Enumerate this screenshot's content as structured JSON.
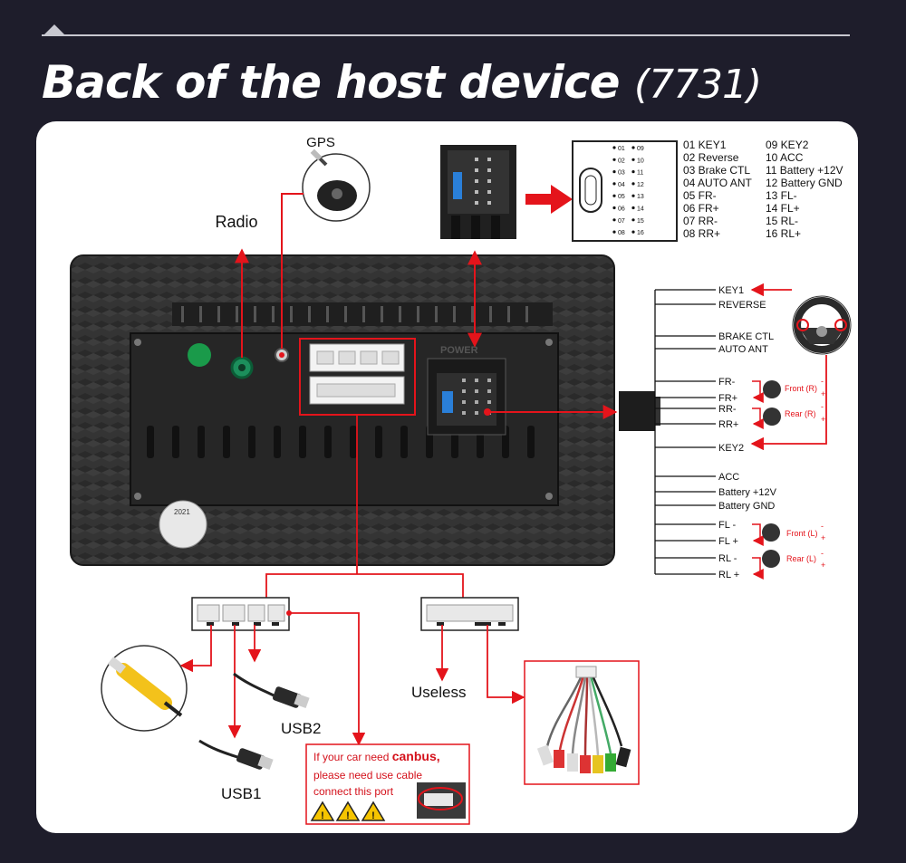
{
  "page": {
    "title_main": "Back of the host device",
    "title_model": "(7731)"
  },
  "labels": {
    "gps": "GPS",
    "radio": "Radio",
    "useless": "Useless",
    "usb1": "USB1",
    "usb2": "USB2",
    "power_label": "POWER"
  },
  "pin_table": {
    "left": [
      "01 KEY1",
      "02 Reverse",
      "03 Brake CTL",
      "04 AUTO ANT",
      "05 FR-",
      "06 FR+",
      "07 RR-",
      "08 RR+"
    ],
    "right": [
      "09 KEY2",
      "10 ACC",
      "11 Battery +12V",
      "12 Battery GND",
      "13 FL-",
      "14 FL+",
      "15 RL-",
      "16 RL+"
    ]
  },
  "connector_pins": {
    "left": [
      "01",
      "02",
      "03",
      "04",
      "05",
      "06",
      "07",
      "08"
    ],
    "right": [
      "09",
      "10",
      "11",
      "12",
      "13",
      "14",
      "15",
      "16"
    ]
  },
  "wires": {
    "key1": "KEY1",
    "reverse": "REVERSE",
    "brake": "BRAKE CTL",
    "auto_ant": "AUTO ANT",
    "fr_minus": "FR-",
    "fr_plus": "FR+",
    "rr_minus": "RR-",
    "rr_plus": "RR+",
    "key2": "KEY2",
    "acc": "ACC",
    "battery_12v": "Battery +12V",
    "battery_gnd": "Battery GND",
    "fl_minus": "FL -",
    "fl_plus": "FL +",
    "rl_minus": "RL -",
    "rl_plus": "RL +"
  },
  "speakers": {
    "front_r": "Front (R)",
    "rear_r": "Rear (R)",
    "front_l": "Front (L)",
    "rear_l": "Rear (L)",
    "minus": "-",
    "plus": "+"
  },
  "canbus_note": {
    "line1_prefix": "If your car need ",
    "line1_emph": "canbus,",
    "line2": "please need use cable",
    "line3": "connect this port",
    "warn": "!"
  },
  "sticker": {
    "year": "2021"
  },
  "colors": {
    "background": "#1e1d2b",
    "panel": "#ffffff",
    "arrow_red": "#e4141b",
    "note_red": "#d4111b",
    "device_body": "#2b2b2b",
    "warning_yellow": "#f5c400",
    "rca_yellow": "#f3c21b"
  }
}
